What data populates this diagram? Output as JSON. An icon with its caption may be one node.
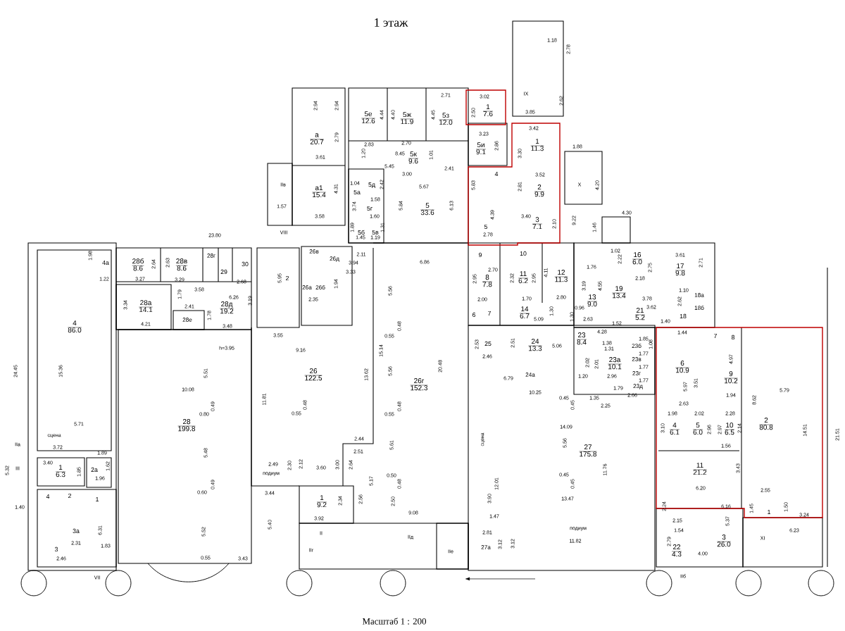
{
  "diagram": {
    "title": "1 этаж",
    "caption": "Масштаб 1 : 200",
    "nodes": [
      {
        "text": [
          "4а"
        ]
      },
      {
        "text": [
          "28б",
          "8.6"
        ]
      },
      {
        "text": [
          "28в",
          "8.6"
        ]
      },
      {
        "text": [
          "28г"
        ]
      },
      {
        "text": [
          "29"
        ]
      },
      {
        "text": [
          "30"
        ]
      },
      {
        "text": [
          "2"
        ]
      },
      {
        "text": [
          "28а",
          "14.1"
        ]
      },
      {
        "text": [
          "28е"
        ]
      },
      {
        "text": [
          "28д",
          "19.2"
        ]
      },
      {
        "text": [
          "4",
          "86.0"
        ]
      },
      {
        "text": [
          "28",
          "199.8"
        ]
      },
      {
        "text": [
          "1",
          "6.3"
        ]
      },
      {
        "text": [
          "2а"
        ]
      },
      {
        "text": [
          "4"
        ]
      },
      {
        "text": [
          "2"
        ]
      },
      {
        "text": [
          "1"
        ]
      },
      {
        "text": [
          "3а"
        ]
      },
      {
        "text": [
          "3"
        ]
      },
      {
        "text": [
          "а",
          "20.7"
        ]
      },
      {
        "text": [
          "а1",
          "15.4"
        ]
      },
      {
        "text": [
          "5е",
          "12.6"
        ]
      },
      {
        "text": [
          "5ж",
          "11.9"
        ]
      },
      {
        "text": [
          "5з",
          "12.0"
        ]
      },
      {
        "text": [
          "1",
          "7.6"
        ]
      },
      {
        "text": [
          "5и",
          "9.1"
        ]
      },
      {
        "text": [
          "5к",
          "9.6"
        ]
      },
      {
        "text": [
          "1",
          "11.3"
        ]
      },
      {
        "text": [
          "5д"
        ]
      },
      {
        "text": [
          "5а"
        ]
      },
      {
        "text": [
          "5г"
        ]
      },
      {
        "text": [
          "5",
          "33.6"
        ]
      },
      {
        "text": [
          "4"
        ]
      },
      {
        "text": [
          "2",
          "9.9"
        ]
      },
      {
        "text": [
          "5"
        ]
      },
      {
        "text": [
          "3",
          "7.1"
        ]
      },
      {
        "text": [
          "5б"
        ]
      },
      {
        "text": [
          "5в"
        ]
      },
      {
        "text": [
          "26в"
        ]
      },
      {
        "text": [
          "26д"
        ]
      },
      {
        "text": [
          "26а"
        ]
      },
      {
        "text": [
          "26б"
        ]
      },
      {
        "text": [
          "9"
        ]
      },
      {
        "text": [
          "10"
        ]
      },
      {
        "text": [
          "8",
          "7.8"
        ]
      },
      {
        "text": [
          "11",
          "6.2"
        ]
      },
      {
        "text": [
          "12",
          "11.3"
        ]
      },
      {
        "text": [
          "6"
        ]
      },
      {
        "text": [
          "7"
        ]
      },
      {
        "text": [
          "14",
          "6.7"
        ]
      },
      {
        "text": [
          "26",
          "122.5"
        ]
      },
      {
        "text": [
          "26г",
          "152.3"
        ]
      },
      {
        "text": [
          "25"
        ]
      },
      {
        "text": [
          "1",
          "9.2"
        ]
      },
      {
        "text": [
          "27а"
        ]
      },
      {
        "text": [
          "16",
          "6.0"
        ]
      },
      {
        "text": [
          "17",
          "9.8"
        ]
      },
      {
        "text": [
          "13",
          "9.0"
        ]
      },
      {
        "text": [
          "19",
          "13.4"
        ]
      },
      {
        "text": [
          "21",
          "5.2"
        ]
      },
      {
        "text": [
          "18"
        ]
      },
      {
        "text": [
          "18а"
        ]
      },
      {
        "text": [
          "18б"
        ]
      },
      {
        "text": [
          "24",
          "13.3"
        ]
      },
      {
        "text": [
          "23",
          "8.4"
        ]
      },
      {
        "text": [
          "23б"
        ]
      },
      {
        "text": [
          "23а",
          "10.1"
        ]
      },
      {
        "text": [
          "23в"
        ]
      },
      {
        "text": [
          "23г"
        ]
      },
      {
        "text": [
          "23д"
        ]
      },
      {
        "text": [
          "24а"
        ]
      },
      {
        "text": [
          "6",
          "10.9"
        ]
      },
      {
        "text": [
          "9",
          "10.2"
        ]
      },
      {
        "text": [
          "7"
        ]
      },
      {
        "text": [
          "8"
        ]
      },
      {
        "text": [
          "4",
          "6.1"
        ]
      },
      {
        "text": [
          "5",
          "6.0"
        ]
      },
      {
        "text": [
          "10",
          "6.5"
        ]
      },
      {
        "text": [
          "11",
          "21.2"
        ]
      },
      {
        "text": [
          "2",
          "80.8"
        ]
      },
      {
        "text": [
          "27",
          "175.8"
        ]
      },
      {
        "text": [
          "1"
        ]
      },
      {
        "text": [
          "3",
          "26.0"
        ]
      },
      {
        "text": [
          "22",
          "4.3"
        ]
      }
    ],
    "labels": [
      "23.80",
      "1.98",
      "1.22",
      "3.27",
      "2.64",
      "2.63",
      "3.29",
      "2.68",
      "3.58",
      "6.26",
      "3.19",
      "1.79",
      "3.34",
      "4.21",
      "2.41",
      "1.78",
      "3.48",
      "5.95",
      "24.45",
      "15.36",
      "h=3.95",
      "3.55",
      "5.51",
      "10.08",
      "0.49",
      "0.80",
      "11.81",
      "5.71",
      "сцена",
      "IIа",
      "3.72",
      "1.89",
      "5.32",
      "III",
      "3.40",
      "1.85",
      "1.62",
      "1.96",
      "5.48",
      "2.49",
      "2.30",
      "подиум",
      "0.49",
      "0.60",
      "3.44",
      "1.40",
      "6.31",
      "2.31",
      "5.52",
      "5.40",
      "1.83",
      "2.46",
      "0.55",
      "3.43",
      "VII",
      "2.94",
      "2.94",
      "2.79",
      "3.61",
      "IIв",
      "4.31",
      "1.57",
      "3.58",
      "VIII",
      "4.44",
      "4.40",
      "4.45",
      "2.71",
      "2.83",
      "2.70",
      "1.20",
      "8.45",
      "1.01",
      "5.45",
      "3.00",
      "2.41",
      "5.67",
      "5.84",
      "6.13",
      "1.04",
      "2.42",
      "3.74",
      "1.58",
      "1.60",
      "1.89",
      "1.31",
      "1.45",
      "1.19",
      "3.02",
      "2.50",
      "IX",
      "3.85",
      "2.62",
      "3.23",
      "2.86",
      "3.42",
      "3.30",
      "3.52",
      "5.83",
      "2.81",
      "4.39",
      "2.78",
      "3.40",
      "2.10",
      "9.22",
      "2.11",
      "3.94",
      "3.33",
      "1.94",
      "2.35",
      "6.86",
      "5.56",
      "2.70",
      "2.95",
      "2.00",
      "2.32",
      "2.95",
      "4.11",
      "1.70",
      "2.80",
      "5.09",
      "1.30",
      "1.18",
      "2.78",
      "1.88",
      "X",
      "4.20",
      "4.30",
      "1.46",
      "9.16",
      "15.14",
      "13.62",
      "5.56",
      "20.48",
      "0.55",
      "0.48",
      "0.55",
      "0.48",
      "0.55",
      "0.48",
      "5.61",
      "2.44",
      "2.51",
      "2.12",
      "3.60",
      "3.00",
      "2.64",
      "5.17",
      "0.50",
      "0.48",
      "2.34",
      "2.56",
      "2.50",
      "9.08",
      "3.92",
      "II",
      "IIд",
      "IIг",
      "IIе",
      "2.53",
      "2.51",
      "2.46",
      "6.79",
      "12.01",
      "3.90",
      "1.47",
      "2.81",
      "3.12",
      "3.12",
      "1.02",
      "2.22",
      "2.75",
      "2.18",
      "3.61",
      "2.71",
      "1.76",
      "3.19",
      "4.55",
      "3.78",
      "3.62",
      "1.10",
      "2.62",
      "1.52",
      "1.40",
      "0.96",
      "1.30",
      "2.63",
      "4.28",
      "1.85",
      "1.38",
      "1.31",
      "1.08",
      "5.06",
      "1.77",
      "1.77",
      "1.77",
      "2.02",
      "2.01",
      "1.20",
      "2.96",
      "1.79",
      "2.66",
      "1.35",
      "2.25",
      "10.25",
      "0.45",
      "0.45",
      "14.09",
      "5.56",
      "11.76",
      "0.45",
      "0.45",
      "13.47",
      "подиум",
      "11.82",
      "сцена",
      "1.44",
      "5.97",
      "3.51",
      "2.63",
      "4.97",
      "1.94",
      "1.98",
      "2.02",
      "2.28",
      "3.10",
      "2.96",
      "2.97",
      "2.14",
      "1.56",
      "3.43",
      "6.20",
      "5.79",
      "8.62",
      "14.51",
      "21.51",
      "2.55",
      "2.24",
      "6.16",
      "1.45",
      "1.50",
      "3.24",
      "2.15",
      "5.37",
      "1.54",
      "2.79",
      "4.00",
      "XI",
      "6.23",
      "IIб"
    ]
  }
}
